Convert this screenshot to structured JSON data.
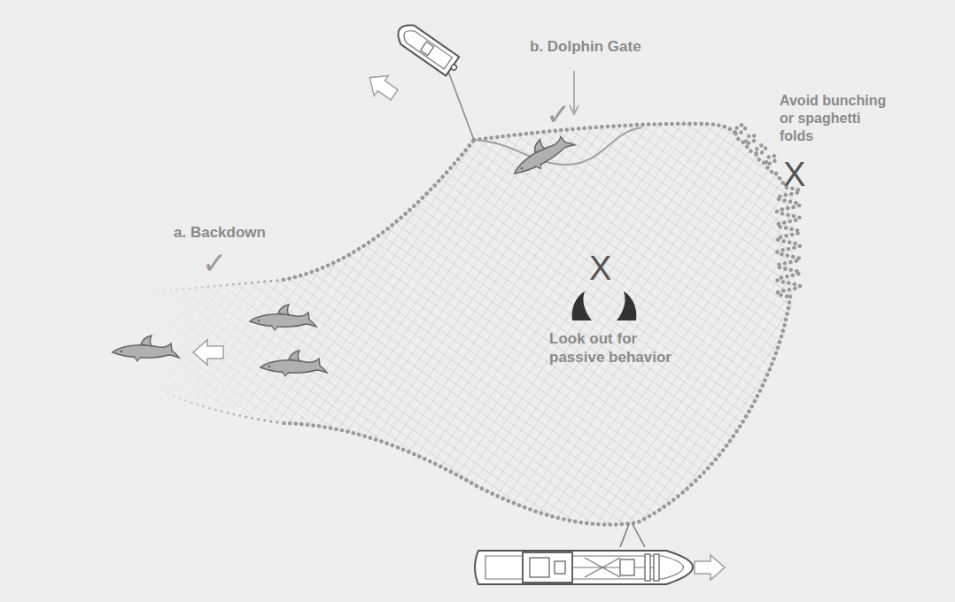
{
  "diagram": {
    "labels": [
      "b. Dolphin Gate",
      "✓",
      "Avoid bunching or spaghetti folds",
      "X",
      "a. Backdown",
      "✓",
      "X",
      "Look out for passive behavior"
    ]
  }
}
